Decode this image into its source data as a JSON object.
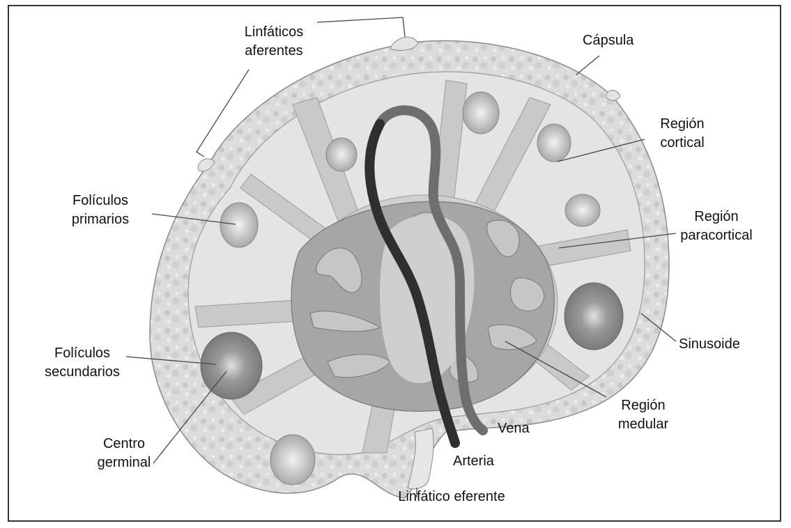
{
  "labels": {
    "linfaticos_aferentes": [
      "Linfáticos",
      "aferentes"
    ],
    "capsula": "Cápsula",
    "region_cortical": [
      "Región",
      "cortical"
    ],
    "foliculos_primarios": [
      "Folículos",
      "primarios"
    ],
    "region_paracortical": [
      "Región",
      "paracortical"
    ],
    "sinusoide": "Sinusoide",
    "foliculos_secundarios": [
      "Folículos",
      "secundarios"
    ],
    "centro_germinal": [
      "Centro",
      "germinal"
    ],
    "region_medular": [
      "Región",
      "medular"
    ],
    "vena": "Vena",
    "arteria": "Arteria",
    "linfatico_eferente": "Linfático eferente"
  },
  "colors": {
    "capsule": "#d9d9d9",
    "cortex": "#e6e6e6",
    "paracortex": "#d2d2d2",
    "medulla": "#a8a8a8",
    "follicle": "#bdbdbd",
    "follicle_secondary": "#8c8c8c",
    "artery": "#2f2f2f",
    "vein": "#6e6e6e",
    "border": "#333333"
  }
}
